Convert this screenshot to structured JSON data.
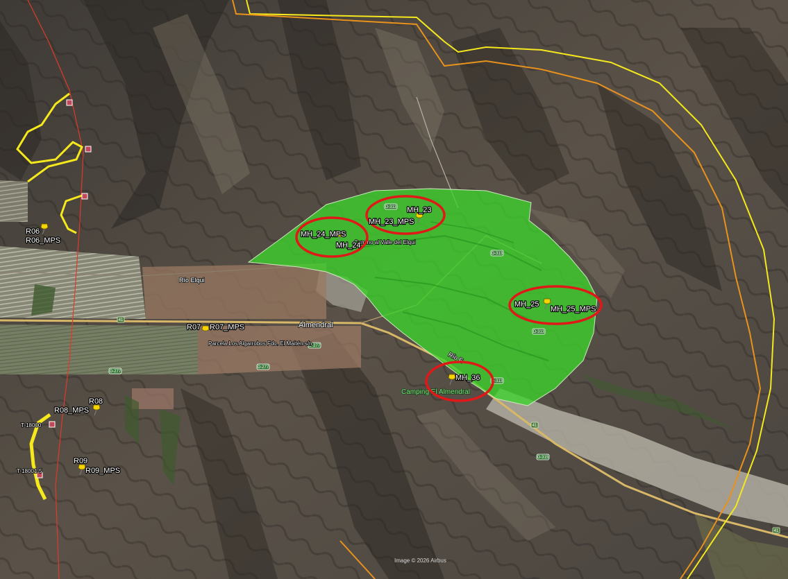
{
  "map": {
    "attribution": "Image © 2026 Airbus",
    "colors": {
      "green_zone": "#3cd42c",
      "highlight_circle": "#e01818",
      "buffer_yellow": "#f5e81c",
      "buffer_orange": "#e8921c",
      "line_red": "#e03a2a",
      "pin": "#f5d400",
      "road": "#d8b868"
    },
    "highway_shield": "41",
    "road_shields": [
      "D-313",
      "D-313",
      "D-313",
      "D-313",
      "D-277",
      "D-277",
      "D-277",
      "D-315"
    ],
    "places": {
      "almendral": "Almendral",
      "rio_elqui": "Río Elqui",
      "rio_elqui_2": "Río E",
      "valle_elqui": "Camino al Valle del Elqui",
      "camping": "Camping El Almendral",
      "parcela": "Parcela Los Algarrobos Fdo. El Maitén s/n"
    },
    "markers": [
      {
        "id": "R06",
        "label": "R06",
        "mps": "R06_MPS"
      },
      {
        "id": "R07",
        "label": "R07",
        "mps": "R07_MPS"
      },
      {
        "id": "R08",
        "label": "R08",
        "mps": "R08_MPS"
      },
      {
        "id": "R09",
        "label": "R09",
        "mps": "R09_MPS"
      },
      {
        "id": "MH_23",
        "label": "MH_23",
        "mps": "MH_23_MPS"
      },
      {
        "id": "MH_24",
        "label": "MH_24",
        "mps": "MH_24_MPS"
      },
      {
        "id": "MH_25",
        "label": "MH_25",
        "mps": "MH_25_MPS"
      },
      {
        "id": "MH_36",
        "label": "MH_36"
      }
    ],
    "towers": [
      {
        "label": "T-18000"
      },
      {
        "label": "T-18001-5"
      }
    ]
  }
}
